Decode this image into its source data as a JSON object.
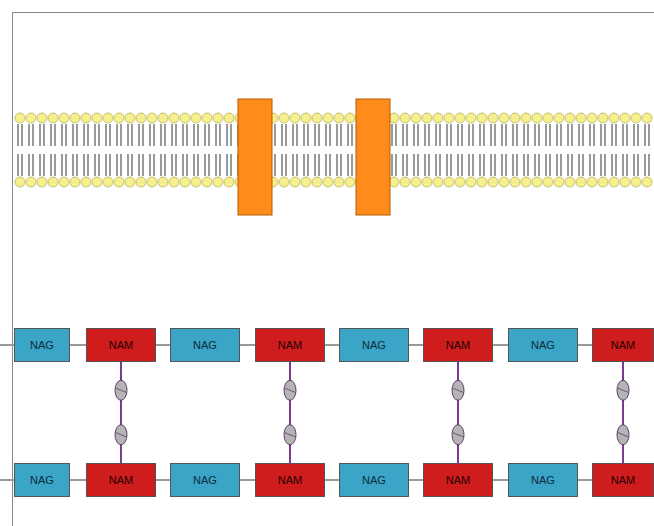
{
  "diagram": {
    "nodes": [
      {
        "text": [
          "NAG"
        ]
      },
      {
        "text": [
          "NAM"
        ]
      },
      {
        "text": [
          "NAG"
        ]
      },
      {
        "text": [
          "NAM"
        ]
      },
      {
        "text": [
          "NAG"
        ]
      },
      {
        "text": [
          "NAM"
        ]
      },
      {
        "text": [
          "NAG"
        ]
      },
      {
        "text": [
          "NAM"
        ]
      },
      {
        "text": [
          "NAG"
        ]
      },
      {
        "text": [
          "NAM"
        ]
      },
      {
        "text": [
          "NAG"
        ]
      },
      {
        "text": [
          "NAM"
        ]
      },
      {
        "text": [
          "NAG"
        ]
      },
      {
        "text": [
          "NAM"
        ]
      },
      {
        "text": [
          "NAG"
        ]
      },
      {
        "text": [
          "NAM"
        ]
      }
    ],
    "edges": [
      {
        "from": 0,
        "to": 1,
        "arrow": "none"
      },
      {
        "from": 1,
        "to": 2,
        "arrow": "none"
      },
      {
        "from": 2,
        "to": 3,
        "arrow": "none"
      },
      {
        "from": 3,
        "to": 4,
        "arrow": "none"
      },
      {
        "from": 4,
        "to": 5,
        "arrow": "none"
      },
      {
        "from": 5,
        "to": 6,
        "arrow": "none"
      },
      {
        "from": 6,
        "to": 7,
        "arrow": "none"
      },
      {
        "from": 8,
        "to": 9,
        "arrow": "none"
      },
      {
        "from": 9,
        "to": 10,
        "arrow": "none"
      },
      {
        "from": 10,
        "to": 11,
        "arrow": "none"
      },
      {
        "from": 11,
        "to": 12,
        "arrow": "none"
      },
      {
        "from": 12,
        "to": 13,
        "arrow": "none"
      },
      {
        "from": 13,
        "to": 14,
        "arrow": "none"
      },
      {
        "from": 14,
        "to": 15,
        "arrow": "none"
      },
      {
        "from": 1,
        "to": 9,
        "arrow": "none"
      },
      {
        "from": 3,
        "to": 11,
        "arrow": "none"
      },
      {
        "from": 5,
        "to": 13,
        "arrow": "none"
      },
      {
        "from": 7,
        "to": 15,
        "arrow": "none"
      }
    ]
  }
}
